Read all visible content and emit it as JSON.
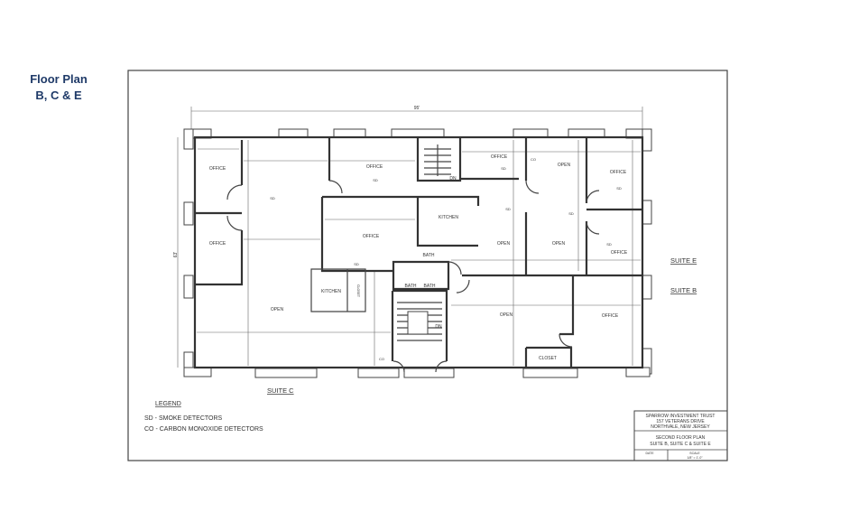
{
  "heading": {
    "line1": "Floor Plan",
    "line2": "B, C & E"
  },
  "plan": {
    "overall_width": "95'",
    "overall_depth": "63'",
    "rooms": [
      {
        "label": "OFFICE"
      },
      {
        "label": "OFFICE"
      },
      {
        "label": "OFFICE"
      },
      {
        "label": "OFFICE"
      },
      {
        "label": "OFFICE"
      },
      {
        "label": "OPEN"
      },
      {
        "label": "OFFICE"
      },
      {
        "label": "KITCHEN"
      },
      {
        "label": "OPEN"
      },
      {
        "label": "OPEN"
      },
      {
        "label": "OFFICE"
      },
      {
        "label": "BATH"
      },
      {
        "label": "BATH"
      },
      {
        "label": "BATH"
      },
      {
        "label": "KITCHEN"
      },
      {
        "label": "OPEN"
      },
      {
        "label": "OPEN"
      },
      {
        "label": "OFFICE"
      },
      {
        "label": "CLOSET"
      },
      {
        "label": "CLOSET"
      }
    ],
    "stair_labels": [
      "DN",
      "DN"
    ],
    "detector_labels": {
      "smoke": "SD",
      "co": "CO"
    },
    "suites": {
      "e": "SUITE E",
      "b": "SUITE B",
      "c": "SUITE C"
    }
  },
  "legend": {
    "title": "LEGEND",
    "items": [
      "SD - SMOKE DETECTORS",
      "CO - CARBON MONOXIDE DETECTORS"
    ]
  },
  "title_block": {
    "owner": "SPARROW INVESTMENT TRUST",
    "address1": "157 VETERANS DRIVE",
    "address2": "NORTHVALE, NEW JERSEY",
    "drawing": "SECOND FLOOR PLAN",
    "suites": "SUITE B, SUITE C & SUITE E",
    "date_label": "DATE",
    "scale_label": "SCALE",
    "scale": "1/8\" = 1'-0\""
  },
  "colors": {
    "heading": "#1f3a68",
    "lines": "#333333"
  }
}
